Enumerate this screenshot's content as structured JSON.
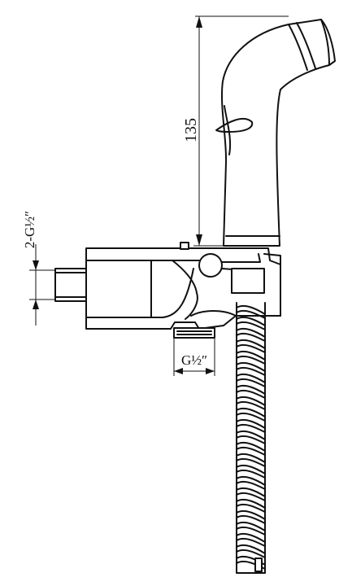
{
  "dimensions": {
    "height_label": "135",
    "inlet_thread_label": "2-G½″",
    "outlet_thread_label": "G½″"
  },
  "colors": {
    "line": "#111111",
    "background": "#ffffff"
  }
}
